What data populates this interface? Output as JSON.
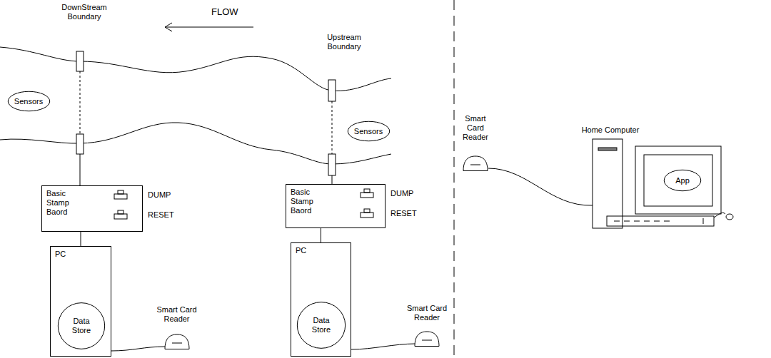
{
  "diagram": {
    "nodes": [
      {
        "text": [
          "Sensors"
        ]
      },
      {
        "text": [
          "Sensors"
        ]
      },
      {
        "text": [
          "Basic Stamp Baord"
        ]
      },
      {
        "text": [
          "PC"
        ]
      },
      {
        "text": [
          "Data Store"
        ],
        "in": 3
      },
      {
        "text": [
          "Smart Card Reader"
        ]
      },
      {
        "text": [
          "Basic Stamp Baord"
        ]
      },
      {
        "text": [
          "PC"
        ]
      },
      {
        "text": [
          "Data Store"
        ],
        "in": 7
      },
      {
        "text": [
          "Smart Card Reader"
        ]
      },
      {
        "text": [
          "Smart Card Reader"
        ]
      },
      {
        "text": [
          "App"
        ]
      }
    ],
    "edges": [
      {
        "from": 2,
        "to": 3,
        "arrow": "none"
      },
      {
        "from": 3,
        "to": 5,
        "arrow": "none"
      },
      {
        "from": 6,
        "to": 7,
        "arrow": "none"
      },
      {
        "from": 7,
        "to": 9,
        "arrow": "none"
      }
    ],
    "labels": [
      "DownStream Boundary",
      "FLOW",
      "Upstream Boundary",
      "DUMP",
      "RESET",
      "DUMP",
      "RESET",
      "Home Computer"
    ]
  }
}
